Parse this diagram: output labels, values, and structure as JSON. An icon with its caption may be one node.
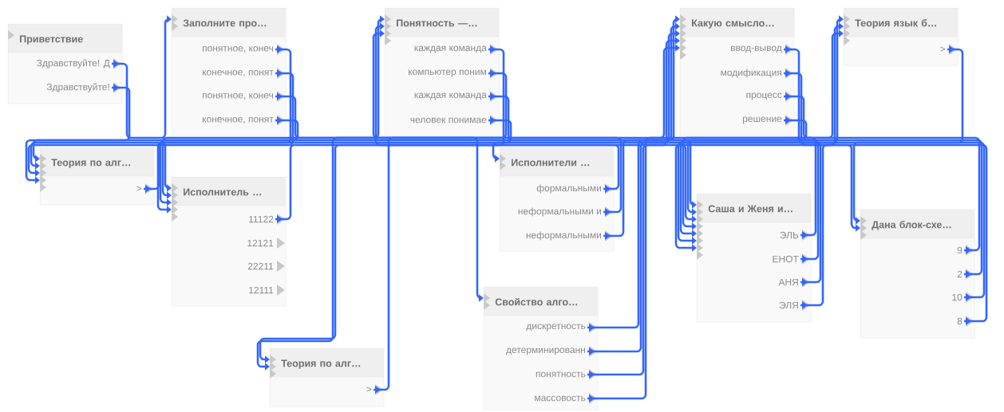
{
  "diagram": {
    "nodes": [
      {
        "text": [
          "Приветствие"
        ]
      },
      {
        "text": [
          "Здравствуйте! Д"
        ],
        "in": 0
      },
      {
        "text": [
          "Здравствуйте!"
        ],
        "in": 0
      },
      {
        "text": [
          "Заполните про…"
        ]
      },
      {
        "text": [
          "понятное, конеч"
        ],
        "in": 3
      },
      {
        "text": [
          "конечное, понят"
        ],
        "in": 3
      },
      {
        "text": [
          "понятное, конеч"
        ],
        "in": 3
      },
      {
        "text": [
          "конечное, понят"
        ],
        "in": 3
      },
      {
        "text": [
          "Понятность —…"
        ]
      },
      {
        "text": [
          "каждая команда"
        ],
        "in": 8
      },
      {
        "text": [
          "компьютер поним"
        ],
        "in": 8
      },
      {
        "text": [
          "каждая команда"
        ],
        "in": 8
      },
      {
        "text": [
          "человек понимае"
        ],
        "in": 8
      },
      {
        "text": [
          "Какую смысло…"
        ]
      },
      {
        "text": [
          "ввод-вывод"
        ],
        "in": 13
      },
      {
        "text": [
          "модификация"
        ],
        "in": 13
      },
      {
        "text": [
          "процесс"
        ],
        "in": 13
      },
      {
        "text": [
          "решение"
        ],
        "in": 13
      },
      {
        "text": [
          "Теория язык б…"
        ]
      },
      {
        "text": [
          ">"
        ],
        "in": 18
      },
      {
        "text": [
          "Теория по алг…"
        ]
      },
      {
        "text": [
          ">"
        ],
        "in": 20
      },
      {
        "text": [
          "Исполнитель …"
        ]
      },
      {
        "text": [
          "11122"
        ],
        "in": 22
      },
      {
        "text": [
          "12121"
        ],
        "in": 22
      },
      {
        "text": [
          "22211"
        ],
        "in": 22
      },
      {
        "text": [
          "12111"
        ],
        "in": 22
      },
      {
        "text": [
          "Исполнители …"
        ]
      },
      {
        "text": [
          "формальными"
        ],
        "in": 27
      },
      {
        "text": [
          "неформальными и"
        ],
        "in": 27
      },
      {
        "text": [
          "неформальными"
        ],
        "in": 27
      },
      {
        "text": [
          "Саша и Женя и…"
        ]
      },
      {
        "text": [
          "ЭЛЬ"
        ],
        "in": 31
      },
      {
        "text": [
          "ЕНОТ"
        ],
        "in": 31
      },
      {
        "text": [
          "АНЯ"
        ],
        "in": 31
      },
      {
        "text": [
          "ЭЛЯ"
        ],
        "in": 31
      },
      {
        "text": [
          "Дана блок-схе…"
        ]
      },
      {
        "text": [
          "9"
        ],
        "in": 36
      },
      {
        "text": [
          "2"
        ],
        "in": 36
      },
      {
        "text": [
          "10"
        ],
        "in": 36
      },
      {
        "text": [
          "8"
        ],
        "in": 36
      },
      {
        "text": [
          "Свойство алго…"
        ]
      },
      {
        "text": [
          "дискретность"
        ],
        "in": 41
      },
      {
        "text": [
          "детерминированн"
        ],
        "in": 41
      },
      {
        "text": [
          "понятность"
        ],
        "in": 41
      },
      {
        "text": [
          "массовость"
        ],
        "in": 41
      },
      {
        "text": [
          "Теория по алг…"
        ]
      },
      {
        "text": [
          ">"
        ],
        "in": 46
      }
    ],
    "edges": [
      {
        "from": 1,
        "to": 3,
        "arrow": "to"
      },
      {
        "from": 2,
        "to": 20,
        "arrow": "to"
      },
      {
        "from": 4,
        "to": 20,
        "arrow": "to"
      },
      {
        "from": 5,
        "to": 20,
        "arrow": "to"
      },
      {
        "from": 6,
        "to": 8,
        "arrow": "to"
      },
      {
        "from": 7,
        "to": 20,
        "arrow": "to"
      },
      {
        "from": 21,
        "to": 22,
        "arrow": "to"
      },
      {
        "from": 9,
        "to": 46,
        "arrow": "to"
      },
      {
        "from": 10,
        "to": 46,
        "arrow": "to"
      },
      {
        "from": 11,
        "to": 13,
        "arrow": "to"
      },
      {
        "from": 12,
        "to": 27,
        "arrow": "to"
      },
      {
        "from": 28,
        "to": 8,
        "arrow": "to"
      },
      {
        "from": 29,
        "to": 8,
        "arrow": "to"
      },
      {
        "from": 30,
        "to": 31,
        "arrow": "to"
      },
      {
        "from": 14,
        "to": 18,
        "arrow": "to"
      },
      {
        "from": 15,
        "to": 18,
        "arrow": "to"
      },
      {
        "from": 16,
        "to": 18,
        "arrow": "to"
      },
      {
        "from": 17,
        "to": 31,
        "arrow": "to"
      },
      {
        "from": 19,
        "to": 36,
        "arrow": "to"
      },
      {
        "from": 23,
        "to": 31,
        "arrow": "to"
      },
      {
        "from": 32,
        "to": 22,
        "arrow": "to"
      },
      {
        "from": 33,
        "to": 22,
        "arrow": "to"
      },
      {
        "from": 34,
        "to": 22,
        "arrow": "to"
      },
      {
        "from": 35,
        "to": 36,
        "arrow": "to"
      },
      {
        "from": 37,
        "to": 31,
        "arrow": "to"
      },
      {
        "from": 38,
        "to": 31,
        "arrow": "to"
      },
      {
        "from": 39,
        "to": 31,
        "arrow": "to"
      },
      {
        "from": 40,
        "to": 31,
        "arrow": "to"
      },
      {
        "from": 47,
        "to": 41,
        "arrow": "to"
      },
      {
        "from": 42,
        "to": 13,
        "arrow": "to"
      },
      {
        "from": 43,
        "to": 13,
        "arrow": "to"
      },
      {
        "from": 44,
        "to": 13,
        "arrow": "to"
      },
      {
        "from": 45,
        "to": 13,
        "arrow": "to"
      }
    ]
  }
}
